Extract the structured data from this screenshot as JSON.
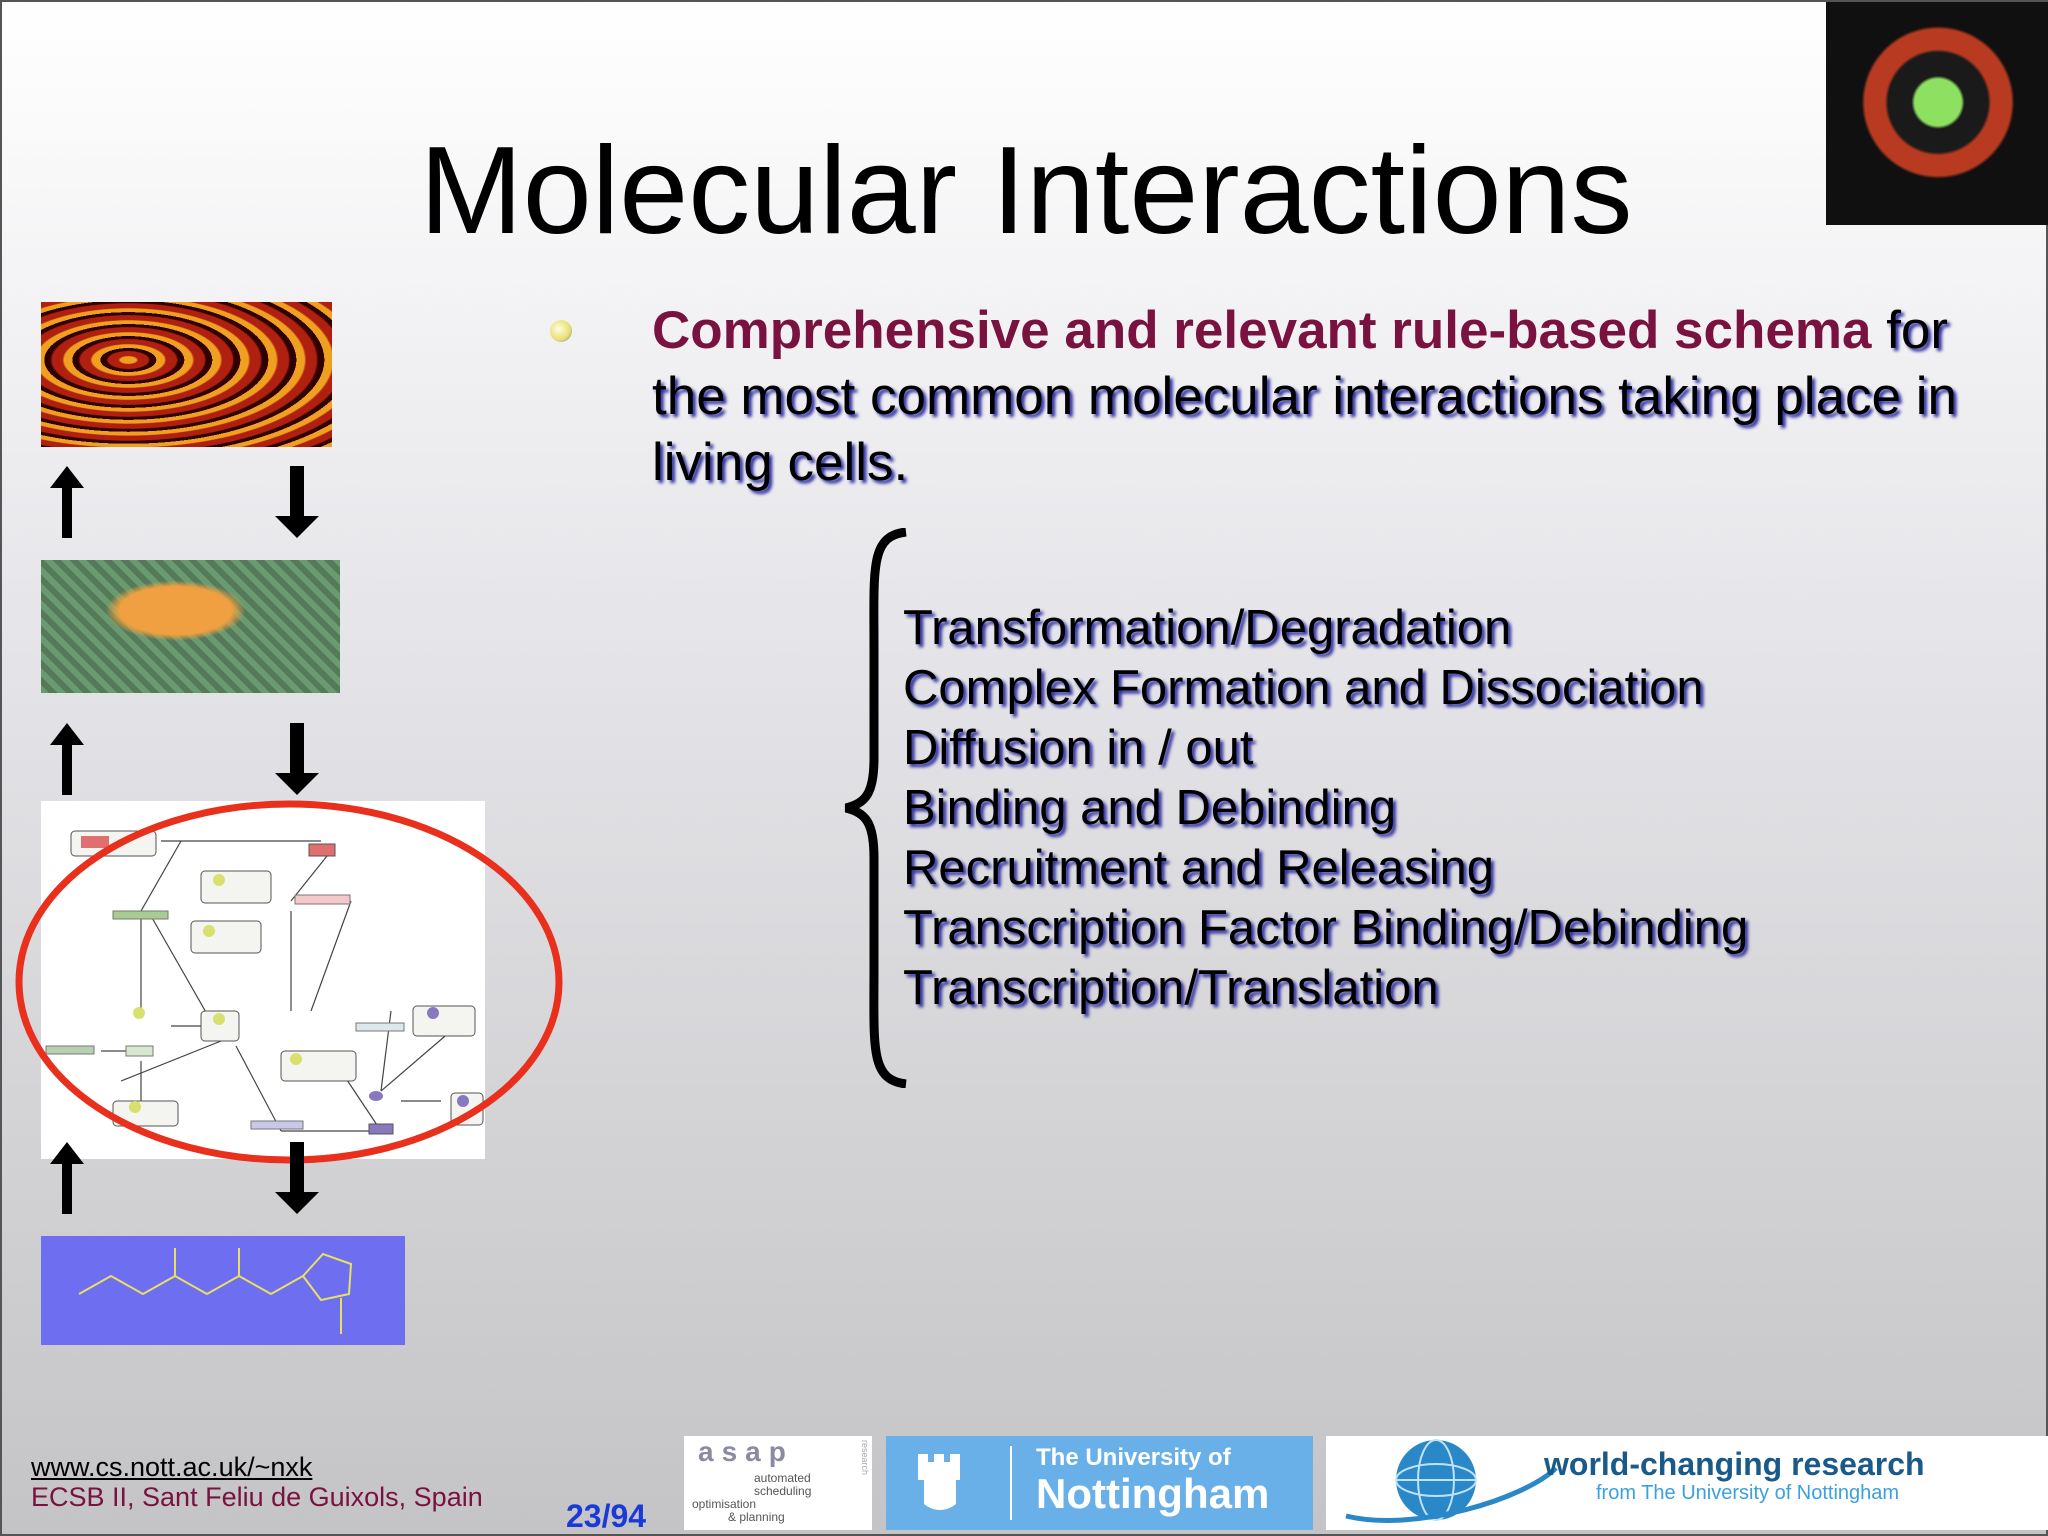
{
  "slide": {
    "title": "Molecular Interactions",
    "bullet": {
      "highlight": "Comprehensive and relevant rule-based schema",
      "rest": " for the most common molecular interactions taking place in living cells."
    },
    "interactions": [
      "Transformation/Degradation",
      "Complex Formation and Dissociation",
      "Diffusion in / out",
      "Binding and Debinding",
      "Recruitment and Releasing",
      "Transcription Factor Binding/Debinding",
      "Transcription/Translation"
    ]
  },
  "footer": {
    "url": "www.cs.nott.ac.uk/~nxk",
    "venue": "ECSB II, Sant Feliu de Guixols, Spain",
    "page": "23/94",
    "logos": {
      "asap": {
        "name": "asap",
        "side": "research",
        "lines": [
          "automated",
          "scheduling",
          "optimisation",
          "& planning"
        ]
      },
      "nottingham": {
        "line1": "The University of",
        "line2": "Nottingham"
      },
      "world": {
        "line1": "world-changing research",
        "line2": "from The University of Nottingham"
      }
    }
  },
  "colors": {
    "highlight": "#7a1240",
    "venue": "#7a1240",
    "page": "#1a3ad8",
    "ellipse": "#e8301c",
    "nottingham_blue": "#6ab0e8",
    "molecule_bg": "#6e6ef0"
  }
}
